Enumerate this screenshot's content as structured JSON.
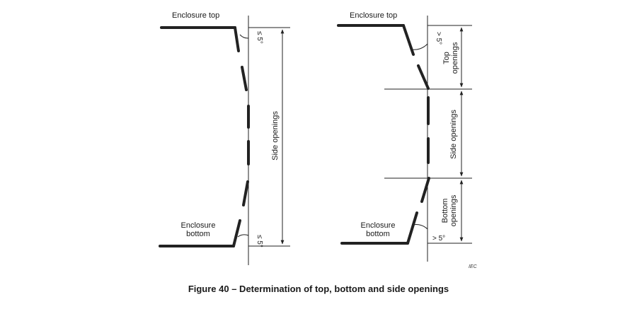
{
  "left": {
    "top_label": "Enclosure top",
    "bottom_label_line1": "Enclosure",
    "bottom_label_line2": "bottom",
    "angle_top": "≤ 5°",
    "angle_bottom": "≤ 5°",
    "side_label": "Side openings"
  },
  "right": {
    "top_label": "Enclosure top",
    "bottom_label_line1": "Enclosure",
    "bottom_label_line2": "bottom",
    "angle_top": "> 5°",
    "angle_bottom": "> 5°",
    "top_openings_line1": "Top",
    "top_openings_line2": "openings",
    "side_label": "Side openings",
    "bottom_openings_line1": "Bottom",
    "bottom_openings_line2": "openings"
  },
  "iec_mark": "IEC",
  "caption": "Figure 40 – Determination of top, bottom and side openings"
}
